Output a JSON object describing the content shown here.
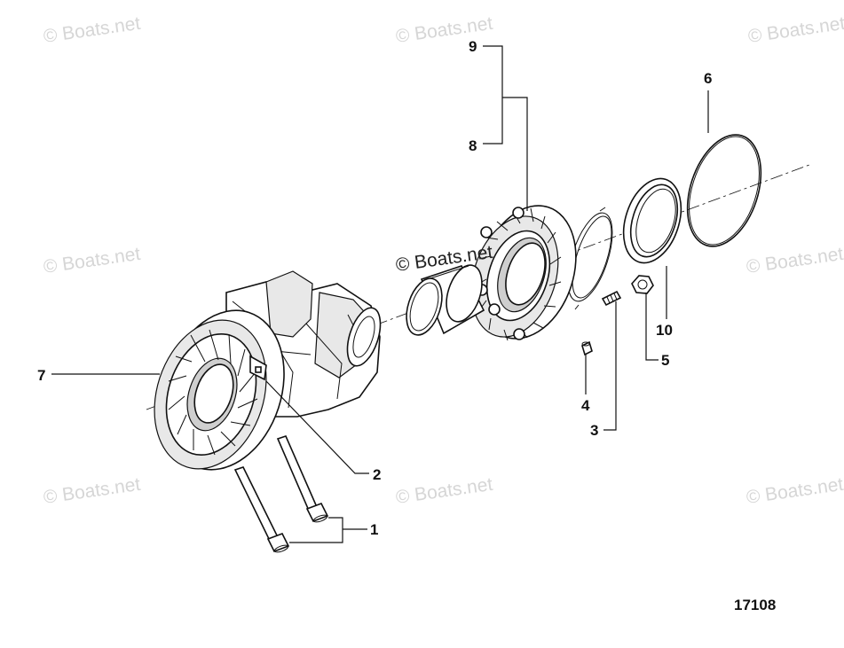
{
  "watermark": {
    "text": "© Boats.net",
    "color": "#d6d6d6"
  },
  "overlay_watermark": {
    "text": "© Boats.net"
  },
  "figure_number": "17108",
  "callouts": [
    {
      "id": "1",
      "label": "1"
    },
    {
      "id": "2",
      "label": "2"
    },
    {
      "id": "3",
      "label": "3"
    },
    {
      "id": "4",
      "label": "4"
    },
    {
      "id": "5",
      "label": "5"
    },
    {
      "id": "6",
      "label": "6"
    },
    {
      "id": "7",
      "label": "7"
    },
    {
      "id": "8",
      "label": "8"
    },
    {
      "id": "9",
      "label": "9"
    },
    {
      "id": "10",
      "label": "10"
    }
  ]
}
